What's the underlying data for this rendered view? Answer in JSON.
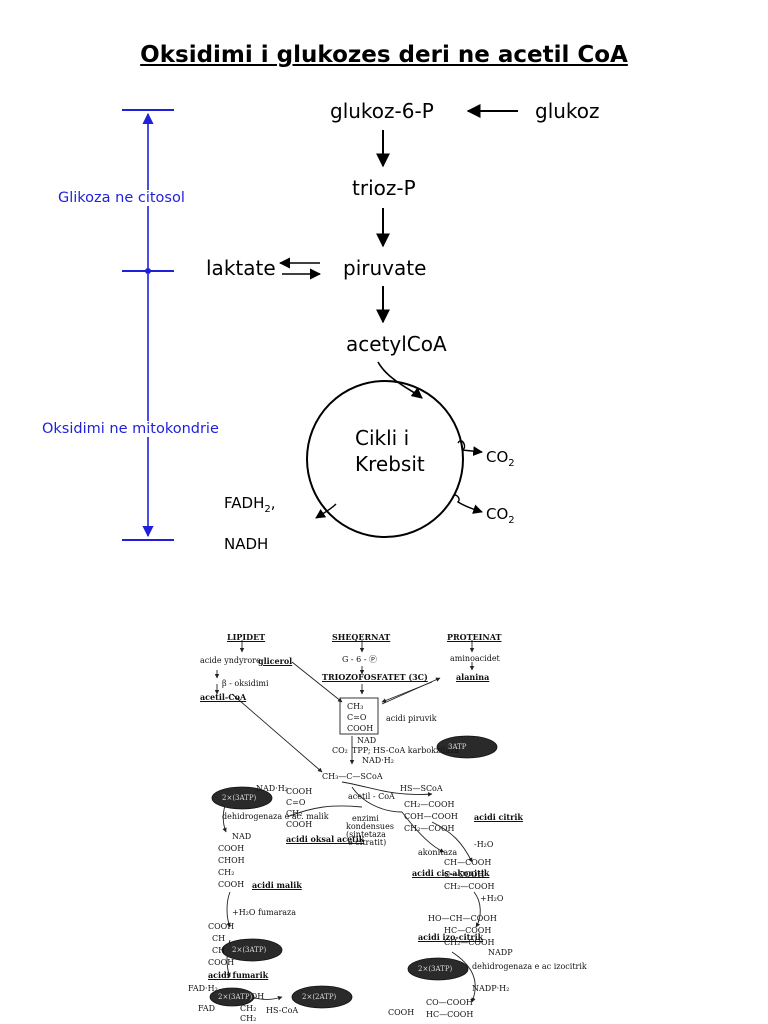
{
  "title": "Oksidimi i glukozes deri ne acetil CoA",
  "side_labels": {
    "glycolysis": "Glikoza ne citosol",
    "oxidation": "Oksidimi ne mitokondrie"
  },
  "pathway": {
    "glucose6p": "glukoz-6-P",
    "glucose": "glukoz",
    "trioseP": "trioz-P",
    "lactate": "laktate",
    "pyruvate": "piruvate",
    "acetylcoa": "acetylCoA",
    "cycle_line1": "Cikli i",
    "cycle_line2": "Krebsit",
    "co2_a": "CO",
    "co2_a_sub": "2",
    "co2_b": "CO",
    "co2_b_sub": "2",
    "fadh": "FADH",
    "fadh_sub": "2",
    "fadh_comma": ",",
    "nadh": "NADH"
  },
  "scan": {
    "lipidet": "LIPIDET",
    "sheqernat": "SHEQERNAT",
    "proteinat": "PROTEINAT",
    "acide_yndyrore": "acide yndyrore",
    "glicerol": "glicerol",
    "g6p": "G - 6 - Ⓟ",
    "aminoacidet": "aminoacidet",
    "triozofosfatet": "TRIOZOFOSFATET (3C)",
    "alanina": "alanina",
    "b_oksidimi": "β - oksidimi",
    "acetil_coa": "acetil-CoA",
    "ch3": "CH₃",
    "co": "C=O",
    "cooh": "COOH",
    "acidi_piruvik": "acidi piruvik",
    "nad": "NAD",
    "tpp": "TPP; HS-CoA  karbokzilaza",
    "co2": "CO₂",
    "nadh2": "NAD·H₂",
    "scoa": "CH₃—C—SCoA",
    "hsscoa": "HS—SCoA",
    "acetil_coa2": "acetil - CoA",
    "enzimi": "enzimi",
    "kondensues": "kondensues",
    "sintetaza": "(sintetaza",
    "citratit": "e citratit)",
    "ch2cooh1": "CH₂—COOH",
    "cohcooh": "COH—COOH",
    "ch2cooh2": "CH₂—COOH",
    "acidi_citrik": "acidi citrik",
    "nadh2_b": "NAD·H₂",
    "dehidrogenaza_malik": "dehidrogenaza e ac. malik",
    "nad_b": "NAD",
    "oksal_cooh": "COOH",
    "oksal_co": "C=O",
    "oksal_ch2": "CH₂",
    "oksal_cooh2": "COOH",
    "acidi_oksal": "acidi oksal acetik",
    "akonitaza": "akonitaza",
    "h2o_minus": "-H₂O",
    "akon_ch": "CH—COOH",
    "akon_c": "C—COOH",
    "akon_ch2": "CH₂—COOH",
    "acidi_cis": "acidi cis-akonitik",
    "malik_cooh": "COOH",
    "malik_choh": "CHOH",
    "malik_ch2": "CH₂",
    "malik_cooh2": "COOH",
    "acidi_malik": "acidi malik",
    "h2o_plus": "+H₂O",
    "h2o_fumaraza": "+H₂O fumaraza",
    "iso_ho": "HO—CH—COOH",
    "iso_hc": "HC—COOH",
    "iso_ch2": "CH₂—COOH",
    "acidi_izocitrik": "acidi izo-citrik",
    "fum_cooh": "COOH",
    "fum_ch": "CH",
    "fum_ch2": "CH",
    "fum_cooh2": "COOH",
    "acidi_fumarik": "acidi fumarik",
    "nadp": "NADP",
    "dehidrogenaza_izo": "dehidrogenaza e ac izocitrik",
    "nadph2": "NADP·H₂",
    "fadh2": "FAD·H₂",
    "fad": "FAD",
    "succ_cooh": "COOH",
    "succ_ch2": "CH₂",
    "succ_ch2b": "CH₂",
    "hscoa": "HS-CoA",
    "bottom_cooh": "COOH",
    "co_cooh": "CO—COOH",
    "hc_cooh": "HC—COOH",
    "atp_ovals": [
      "3ATP",
      "2×(3ATP)",
      "2×(3ATP)",
      "2×(2ATP)",
      "2×(3ATP)",
      "2×(3ATP)"
    ]
  }
}
